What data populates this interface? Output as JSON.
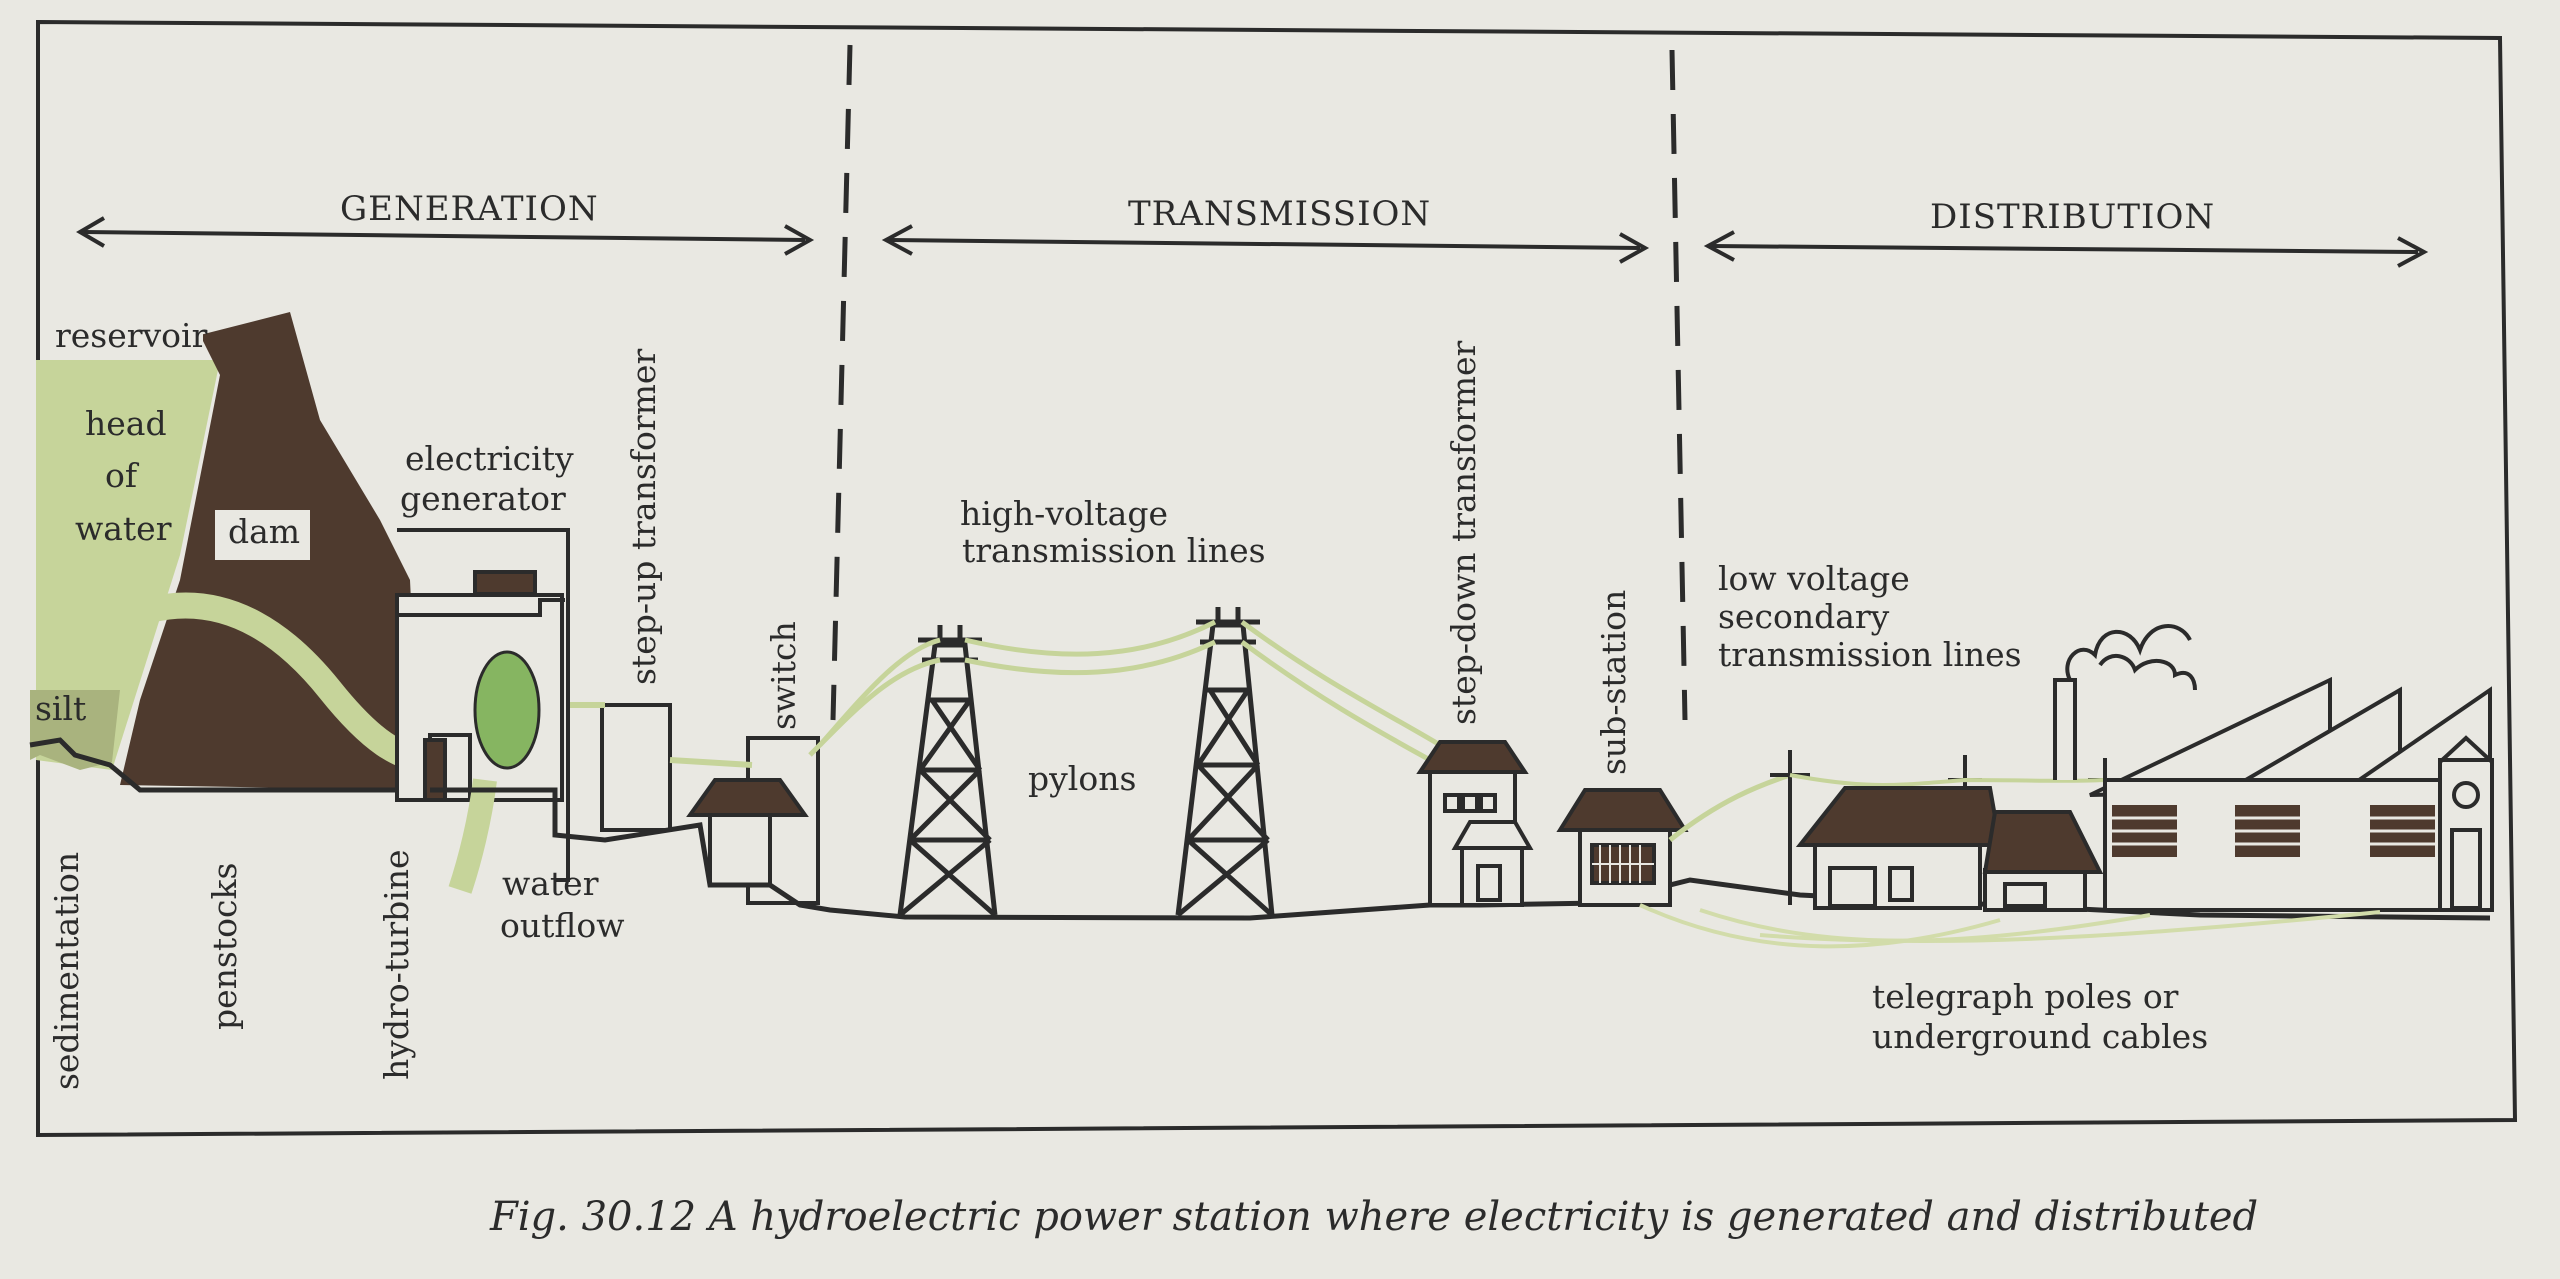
{
  "sections": {
    "generation": "GENERATION",
    "transmission": "TRANSMISSION",
    "distribution": "DISTRIBUTION"
  },
  "labels": {
    "reservoir": "reservoir",
    "head_of_water": [
      "head",
      "of",
      "water"
    ],
    "dam": "dam",
    "silt": "silt",
    "sedimentation": "sedimentation",
    "penstocks": "penstocks",
    "hydro_turbine": "hydro-turbine",
    "electricity_generator": [
      "electricity",
      "generator"
    ],
    "water_outflow": [
      "water",
      "outflow"
    ],
    "step_up_transformer": "step-up transformer",
    "switch": "switch",
    "high_voltage_lines": [
      "high-voltage",
      "transmission lines"
    ],
    "pylons": "pylons",
    "step_down_transformer": "step-down transformer",
    "sub_station": "sub-station",
    "low_voltage_lines": [
      "low voltage",
      "secondary",
      "transmission lines"
    ],
    "telegraph_poles": [
      "telegraph poles or",
      "underground cables"
    ]
  },
  "caption": "Fig. 30.12 A hydroelectric power station where electricity is generated and distributed",
  "colors": {
    "ink": "#2b2b2b",
    "dam": "#4e3a2e",
    "water": "#c6d49a",
    "water_light": "#d9e2b4",
    "turbine": "#86b561",
    "paper": "#e9e8e2"
  }
}
